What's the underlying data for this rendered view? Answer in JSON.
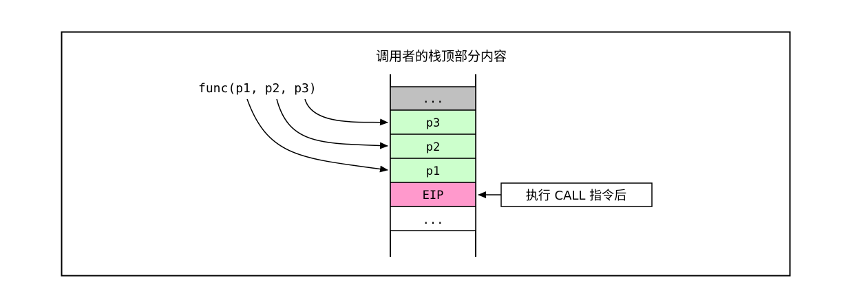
{
  "diagram": {
    "title": "调用者的栈顶部分内容",
    "call_expr": {
      "func": "func(",
      "p1": "p1,",
      "p2": "p2,",
      "p3": "p3)"
    },
    "cells": [
      {
        "label": "...",
        "fill": "#c0c0c0"
      },
      {
        "label": "p3",
        "fill": "#ccffcc"
      },
      {
        "label": "p2",
        "fill": "#ccffcc"
      },
      {
        "label": "p1",
        "fill": "#ccffcc"
      },
      {
        "label": "EIP",
        "fill": "#ff99cc"
      },
      {
        "label": "...",
        "fill": "#ffffff"
      }
    ],
    "callout": "执行 CALL 指令后"
  }
}
